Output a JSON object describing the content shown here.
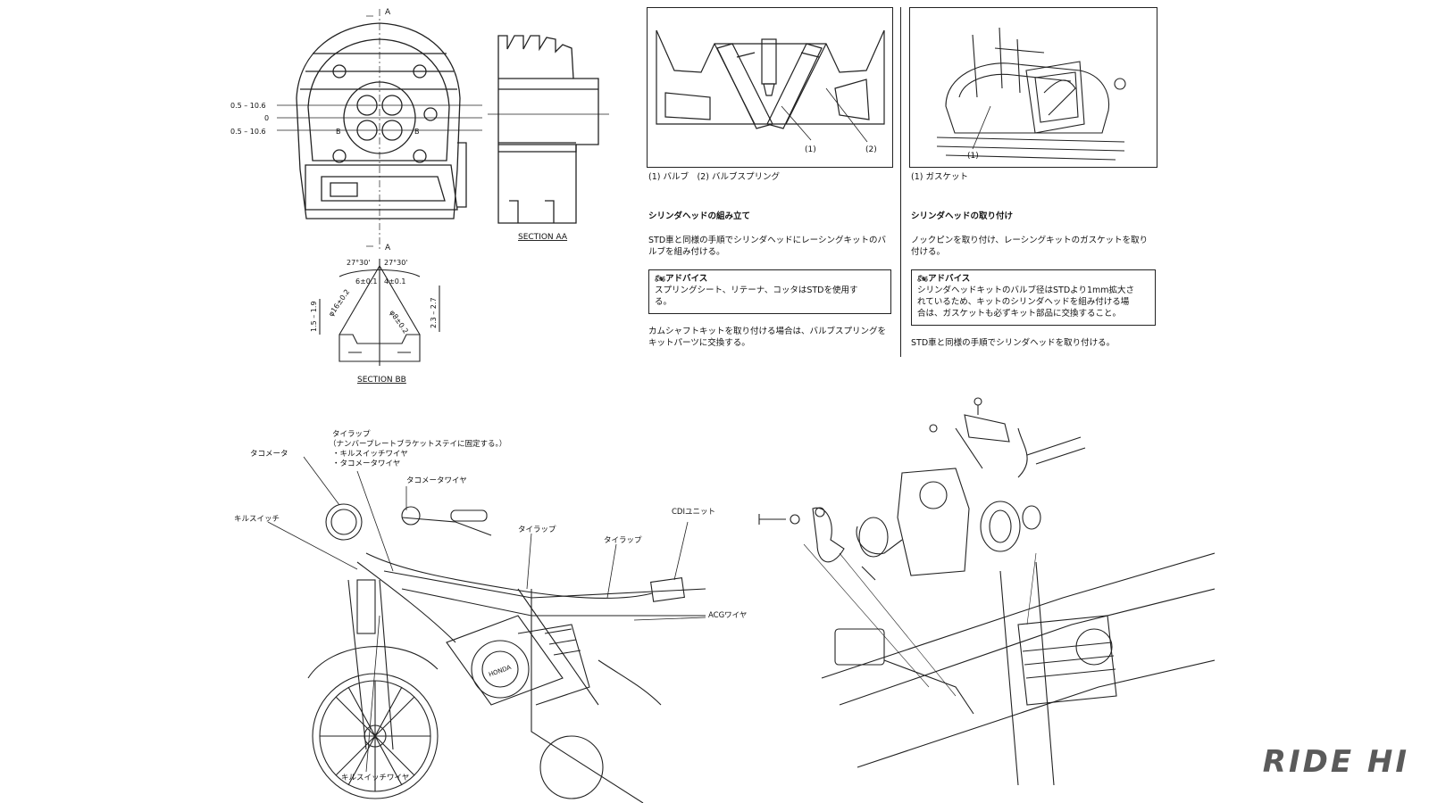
{
  "drawing_tl": {
    "label_a_top": "A",
    "label_a_bottom": "A",
    "dim_upper": "0.5 – 10.6",
    "dim_zero": "0",
    "dim_lower": "0.5 – 10.6",
    "label_b_left": "B",
    "label_b_right": "B",
    "section_aa": "SECTION AA",
    "section_bb": "SECTION BB",
    "angle_left": "27°30'",
    "angle_right": "27°30'",
    "dim_6": "6±0.1",
    "dim_4": "4±0.1",
    "dim_phi16": "φ16±0.2",
    "dim_phi8": "φ8±0.2",
    "dim_15": "1.5 – 1.9",
    "dim_23": "2.3 – 2.7"
  },
  "valve_panel": {
    "callout_1": "(1)",
    "callout_2": "(2)",
    "caption": "(1) バルブ　(2) バルブスプリング",
    "heading": "シリンダヘッドの組み立て",
    "body_line1": "STD車と同様の手順でシリンダヘッドにレーシングキットのバ",
    "body_line2": "ルブを組み付ける。",
    "advice_title": "アドバイス",
    "advice_line1": "スプリングシート、リテーナ、コッタはSTDを使用す",
    "advice_line2": "る。",
    "note_line1": "カムシャフトキットを取り付ける場合は、バルブスプリングを",
    "note_line2": "キットパーツに交換する。"
  },
  "gasket_panel": {
    "callout_1": "(1)",
    "caption": "(1) ガスケット",
    "heading": "シリンダヘッドの取り付け",
    "body_line1": "ノックピンを取り付け、レーシングキットのガスケットを取り",
    "body_line2": "付ける。",
    "advice_title": "アドバイス",
    "advice_line1": "シリンダヘッドキットのバルブ径はSTDより1mm拡大さ",
    "advice_line2": "れているため、キットのシリンダヘッドを組み付ける場",
    "advice_line3": "合は、ガスケットも必ずキット部品に交換すること。",
    "note_line1": "STD車と同様の手順でシリンダヘッドを取り付ける。"
  },
  "wiring_diagram": {
    "tachometer": "タコメータ",
    "tie_wrap_top": "タイラップ",
    "tie_wrap_note": "（ナンバープレートブラケットステイに固定する。）",
    "item_kill_wire": "・キルスイッチワイヤ",
    "item_tacho_wire": "・タコメータワイヤ",
    "tacho_wire": "タコメータワイヤ",
    "kill_switch": "キルスイッチ",
    "tie_wrap_2": "タイラップ",
    "tie_wrap_3": "タイラップ",
    "cdi_unit": "CDIユニット",
    "acg_wire": "ACGワイヤ",
    "kill_switch_wire": "キルスイッチワイヤ",
    "engine_logo": "HONDA"
  },
  "brand": {
    "logo_text": "RIDE HI"
  }
}
